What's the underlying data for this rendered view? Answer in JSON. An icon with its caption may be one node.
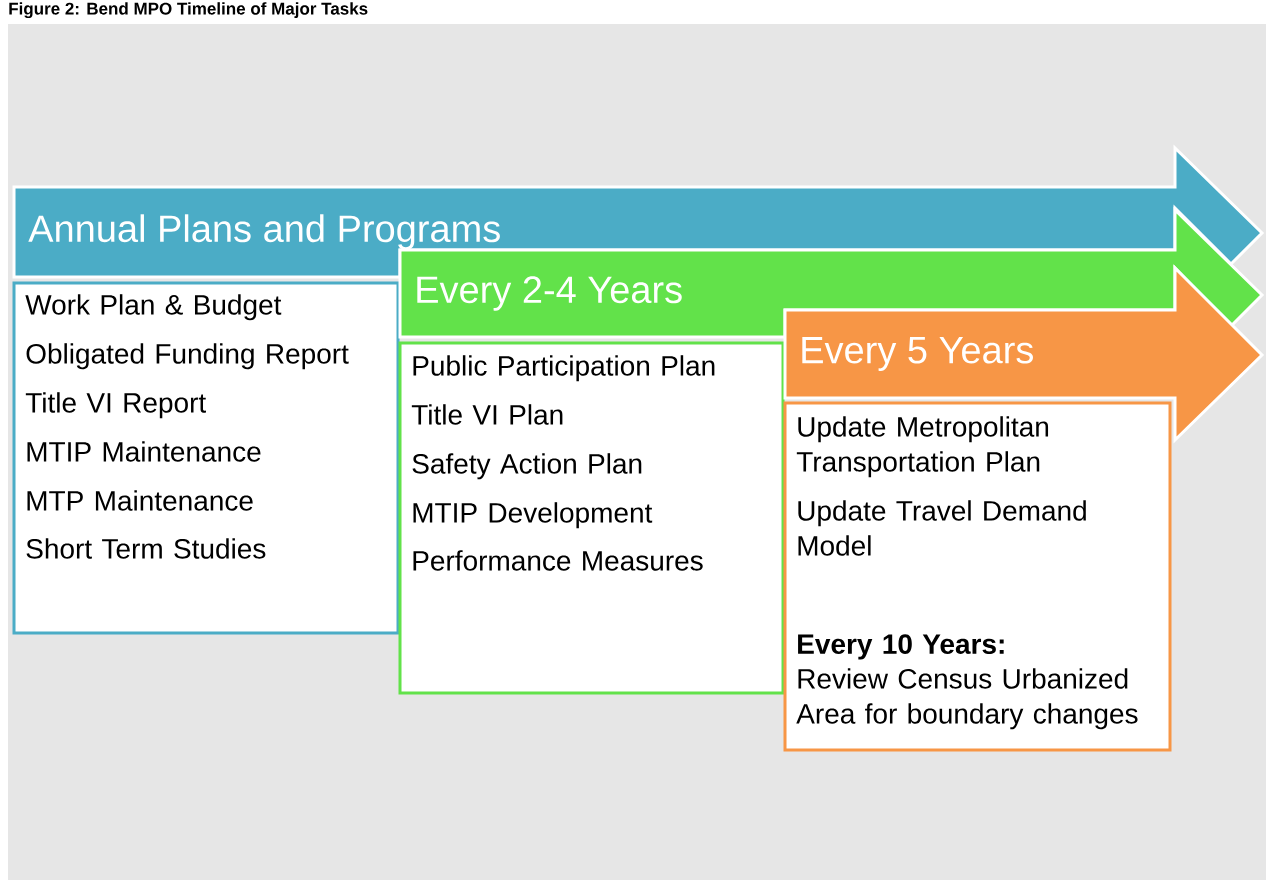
{
  "diagram": {
    "title": "Figure 2: Bend MPO Timeline of Major Tasks",
    "nodes": [
      {
        "text": [
          "Annual Plans and Programs"
        ]
      },
      {
        "text": [
          "Work Plan & Budget",
          "Obligated Funding Report",
          "Title VI Report",
          "MTIP Maintenance",
          "MTP Maintenance",
          "Short Term Studies"
        ]
      },
      {
        "text": [
          "Every 2-4 Years"
        ]
      },
      {
        "text": [
          "Public Participation Plan",
          "Title VI Plan",
          "Safety Action Plan",
          "MTIP Development",
          "Performance Measures"
        ]
      },
      {
        "text": [
          "Every 5 Years"
        ]
      },
      {
        "text": [
          "Update Metropolitan Transportation Plan",
          "Update Travel Demand Model",
          "Every 10 Years:",
          "Review Census Urbanized Area for boundary changes"
        ]
      }
    ]
  }
}
